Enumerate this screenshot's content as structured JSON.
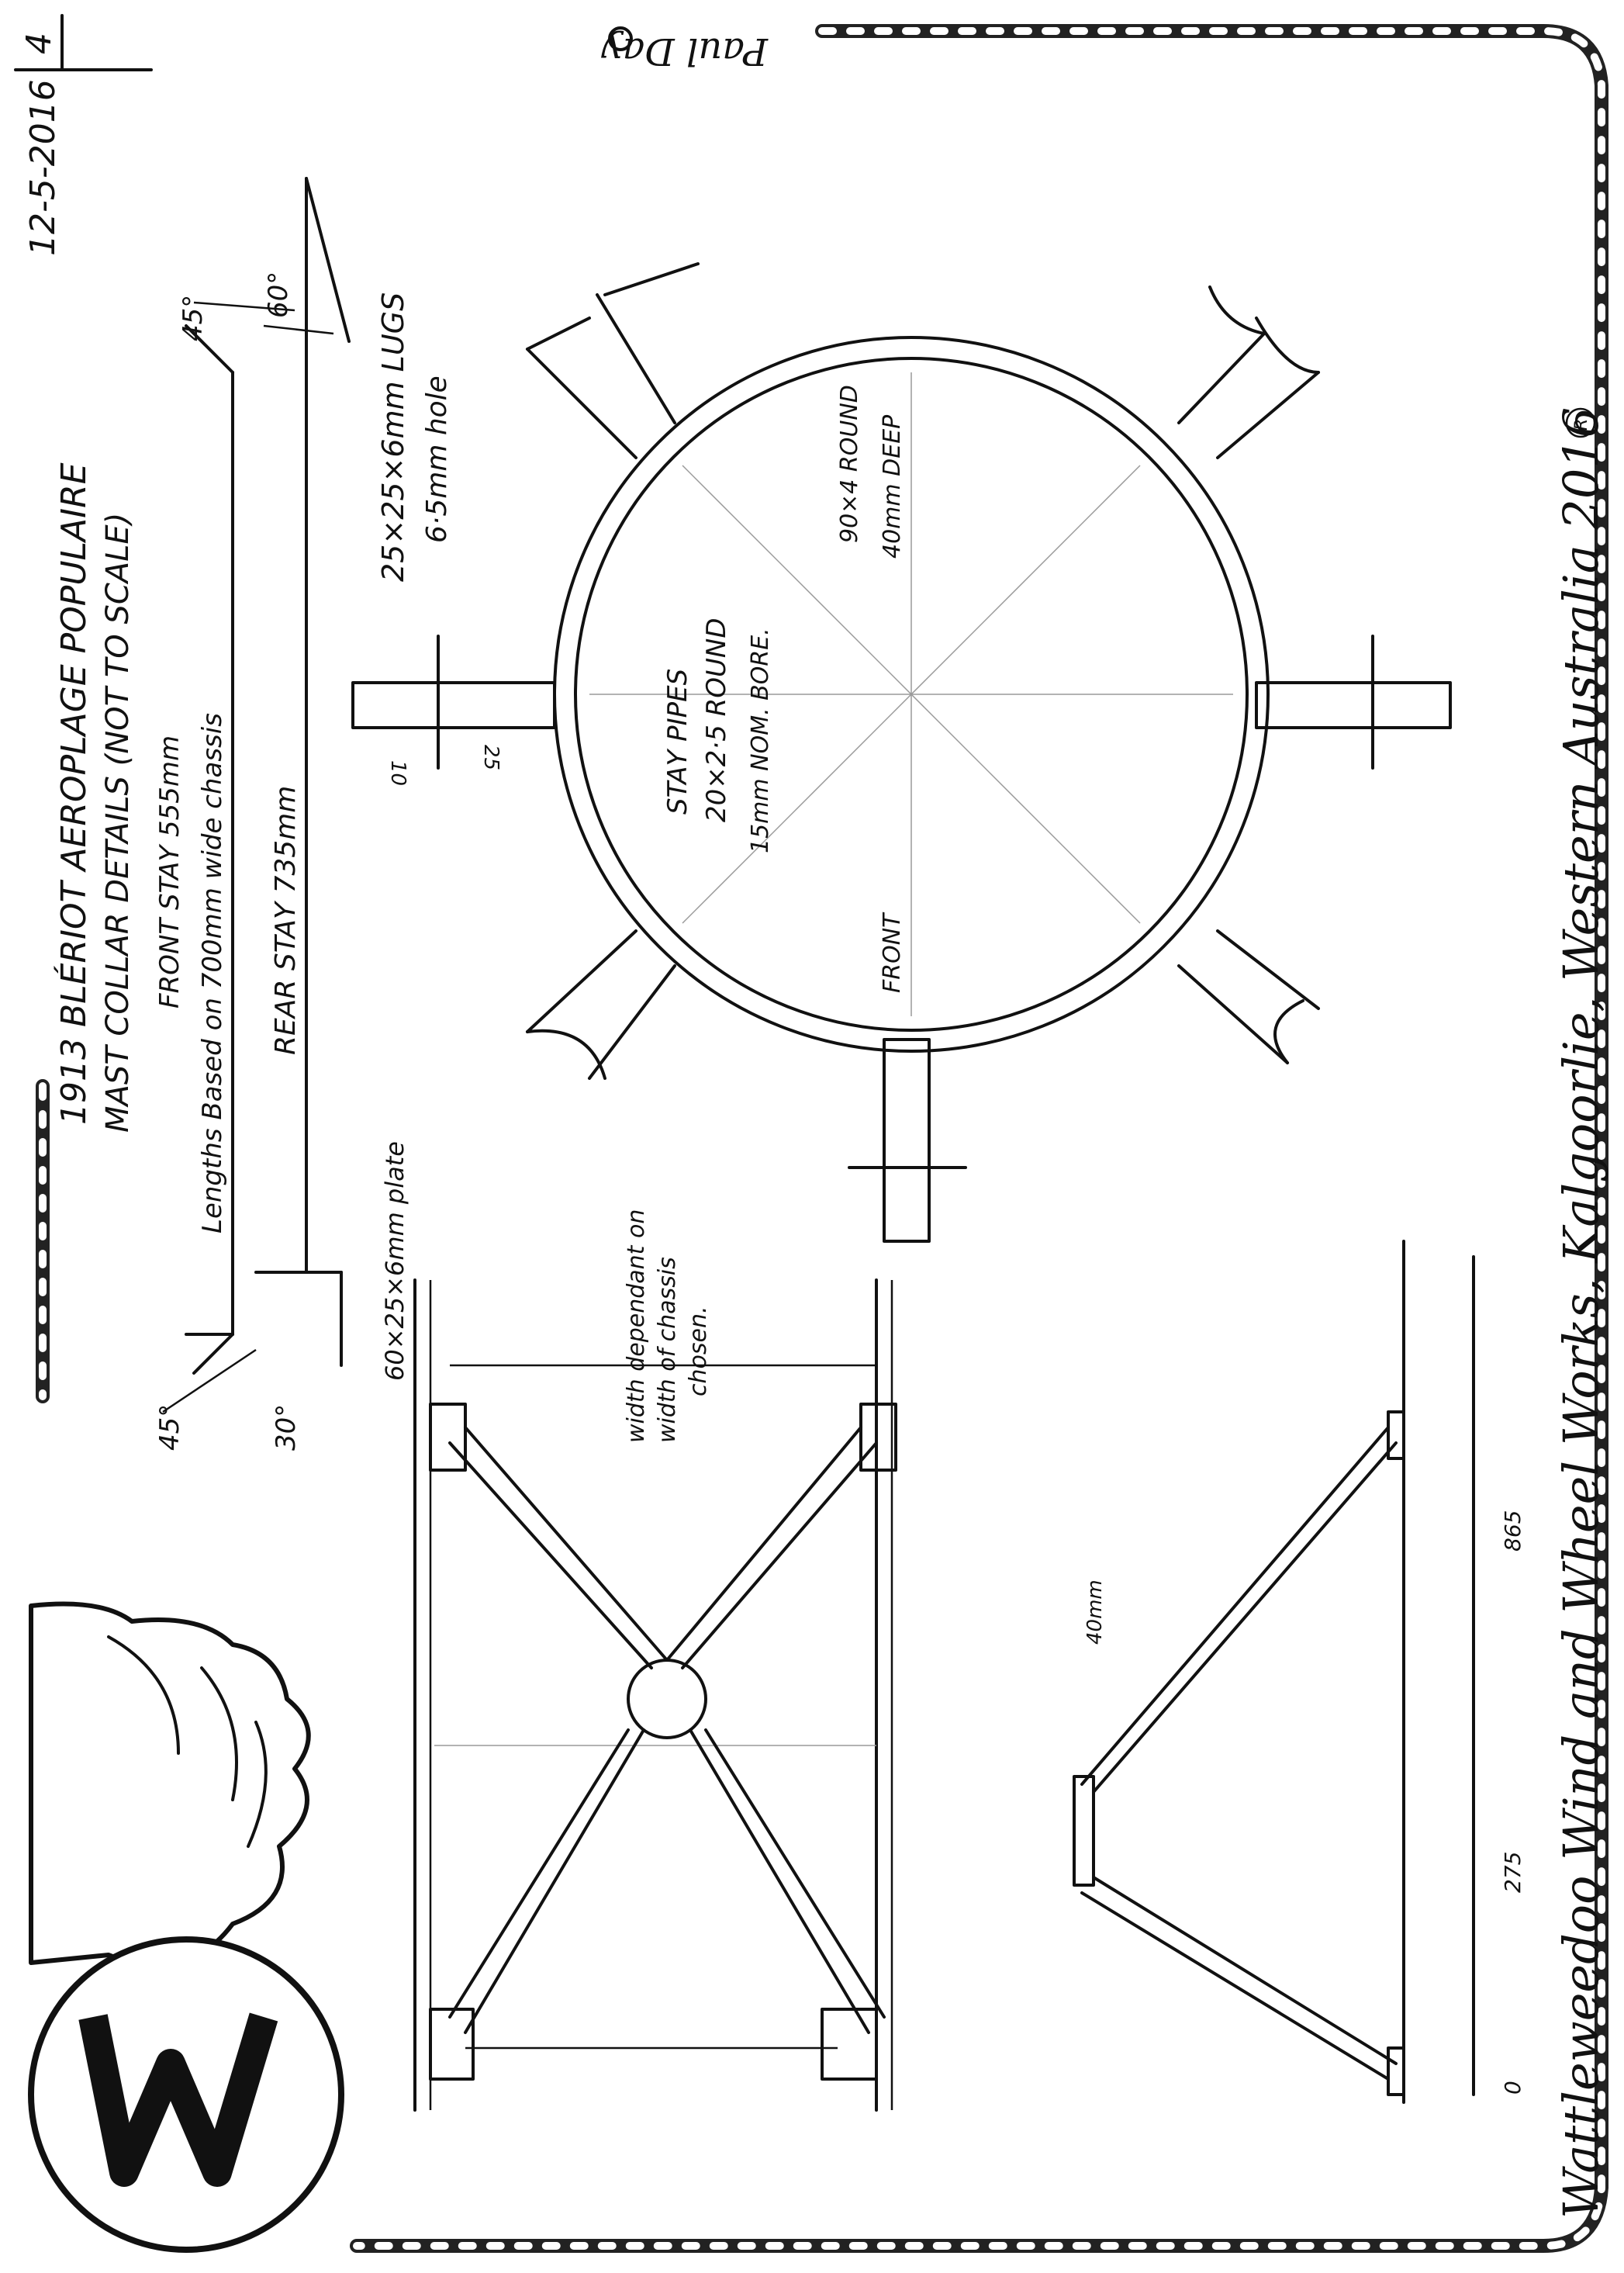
{
  "sheet": {
    "date": "12-5-2016",
    "page_number": "4",
    "signature": "Paul Day",
    "footer": "Wattleweedoo Wind and Wheel Works, Kalgoorlie, Western Australia 2016",
    "registered_mark": "R",
    "logo_letter": "W",
    "rope_border_icon": "rope-border",
    "logo_icon": "winged-w-logo"
  },
  "title": {
    "line1": "1913 BLÉRIOT AEROPLAGE POPULAIRE",
    "line2": "MAST COLLAR DETAILS (NOT TO SCALE)"
  },
  "stays": {
    "front_stay": "FRONT STAY 555mm",
    "basis_note": "Lengths Based on 700mm wide chassis",
    "rear_stay": "REAR STAY 735mm",
    "angle_front_left": "45°",
    "angle_front_right": "45°",
    "angle_rear_left": "30°",
    "angle_rear_right": "60°"
  },
  "collar": {
    "lugs_line1": "25×25×6mm LUGS",
    "lugs_line2": "6·5mm hole",
    "ring_line1": "90×4 ROUND",
    "ring_line2": "40mm DEEP",
    "pipes_title": "STAY PIPES",
    "pipes_line1": "20×2·5 ROUND",
    "pipes_line2": "15mm NOM. BORE.",
    "front_arrow": "FRONT",
    "dim_10": "10",
    "dim_25": "25"
  },
  "plan_view": {
    "plate_label": "60×25×6mm plate",
    "width_line1": "width dependant on",
    "width_line2": "width of chassis",
    "width_line3": "chosen."
  },
  "side_view": {
    "dim_40mm": "40mm",
    "dim_865": "865",
    "dim_275": "275",
    "dim_0": "0"
  }
}
